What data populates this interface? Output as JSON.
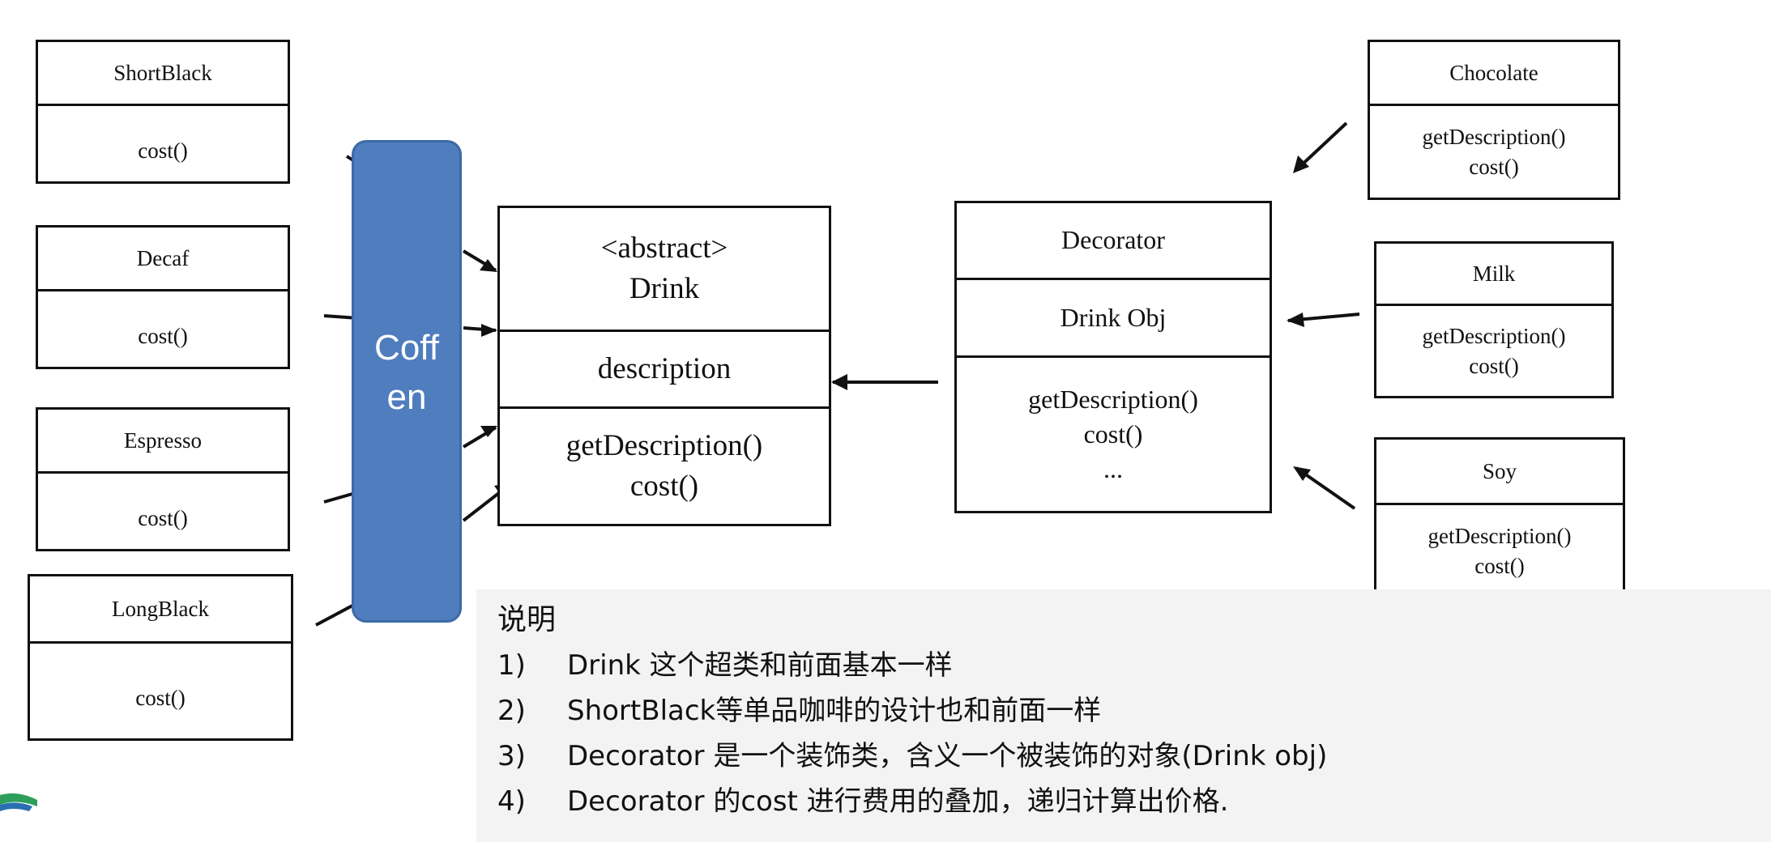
{
  "left_classes": [
    {
      "name": "ShortBlack",
      "methods": "cost()"
    },
    {
      "name": "Decaf",
      "methods": "cost()"
    },
    {
      "name": "Espresso",
      "methods": "cost()"
    },
    {
      "name": "LongBlack",
      "methods": "cost()"
    }
  ],
  "coffee_group": {
    "label": "Coffen"
  },
  "drink": {
    "stereotype": "<abstract>",
    "name": "Drink",
    "field": "description",
    "method1": "getDescription()",
    "method2": "cost()"
  },
  "decorator": {
    "name": "Decorator",
    "field": "Drink Obj",
    "method1": "getDescription()",
    "method2": "cost()",
    "method3": "..."
  },
  "right_classes": [
    {
      "name": "Chocolate",
      "method1": "getDescription()",
      "method2": "cost()"
    },
    {
      "name": "Milk",
      "method1": "getDescription()",
      "method2": "cost()"
    },
    {
      "name": "Soy",
      "method1": "getDescription()",
      "method2": "cost()"
    }
  ],
  "note": {
    "title": "说明",
    "items": [
      {
        "num": "1)",
        "text": "Drink 这个超类和前面基本一样"
      },
      {
        "num": "2)",
        "text": "ShortBlack等单品咖啡的设计也和前面一样"
      },
      {
        "num": "3)",
        "text": "Decorator 是一个装饰类，含义一个被装饰的对象(Drink obj)"
      },
      {
        "num": "4)",
        "text": "Decorator 的cost 进行费用的叠加，递归计算出价格."
      }
    ]
  }
}
